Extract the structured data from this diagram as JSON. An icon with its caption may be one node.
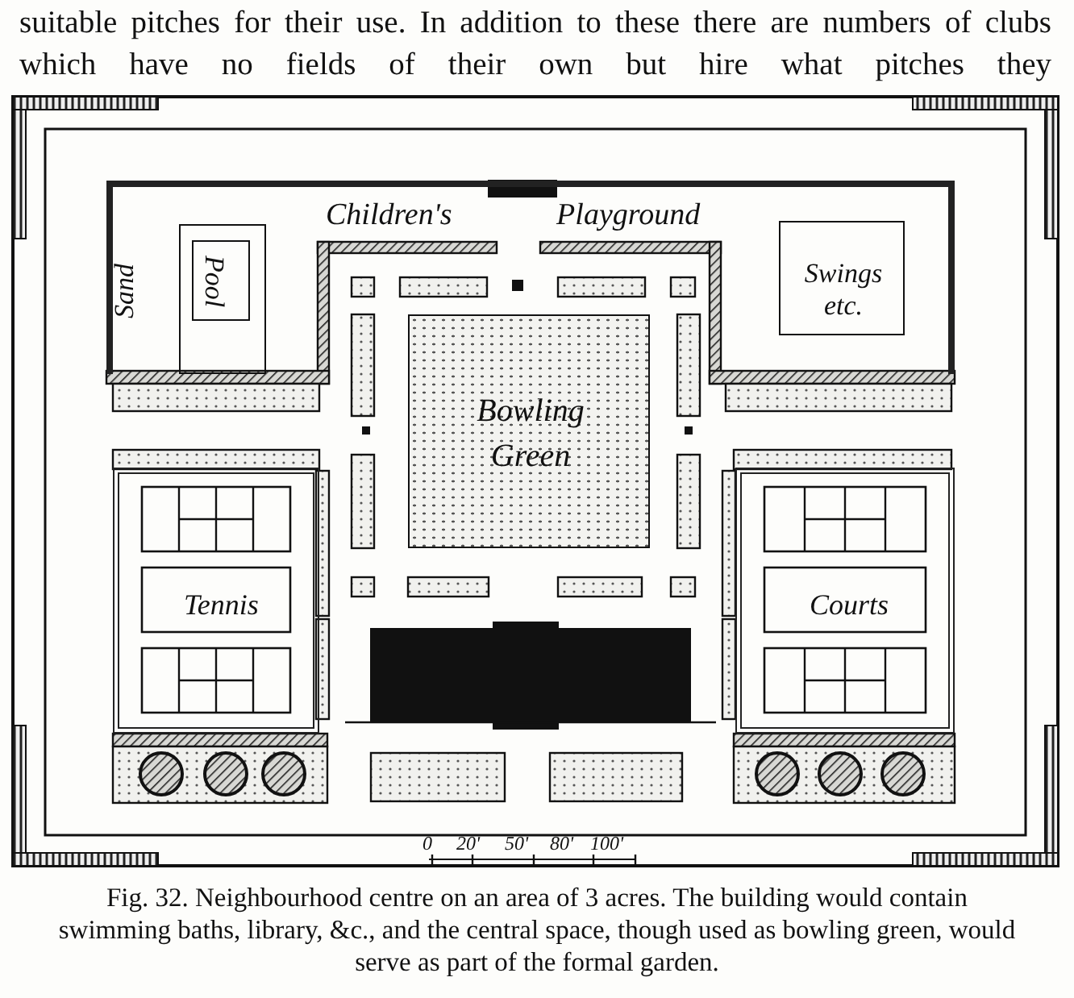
{
  "diagram": {
    "caption": "Fig. 32. Neighbourhood centre on an area of 3 acres. The building would contain swimming baths, library, &c., and the central space, though used as bowling green, would serve as part of the formal garden.",
    "nodes": [
      {
        "text": [
          "Children's Playground"
        ]
      },
      {
        "text": [
          "Pool"
        ],
        "in": 0
      },
      {
        "text": [
          "Swings etc."
        ],
        "in": 0
      },
      {
        "text": [
          "Bowling Green"
        ]
      },
      {
        "text": [
          "Tennis"
        ]
      },
      {
        "text": [
          "Courts"
        ]
      }
    ],
    "labels": [
      "suitable pitches for their use. In addition to these there are numbers of clubs which have no fields of their own but hire what pitches they",
      "Sand",
      "0",
      "20'",
      "50'",
      "80'",
      "100'"
    ]
  }
}
